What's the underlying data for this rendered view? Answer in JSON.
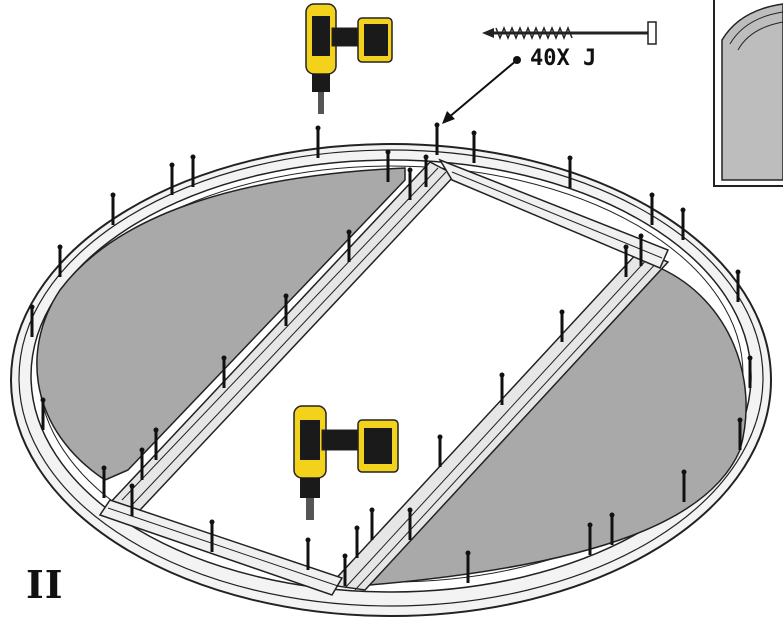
{
  "step": {
    "number": "II"
  },
  "hardware": {
    "quantity_label": "40X J",
    "part_letter": "J",
    "quantity": 40,
    "screw_icon": "screw-icon",
    "tool_icon": "cordless-drill-icon"
  },
  "colors": {
    "line": "#222222",
    "panel_fill": "#a9a9a9",
    "frame_fill": "#eeeeee",
    "drill_yellow": "#f2d21b",
    "drill_black": "#1a1a1a",
    "detail_fill": "#bdbdbd"
  }
}
